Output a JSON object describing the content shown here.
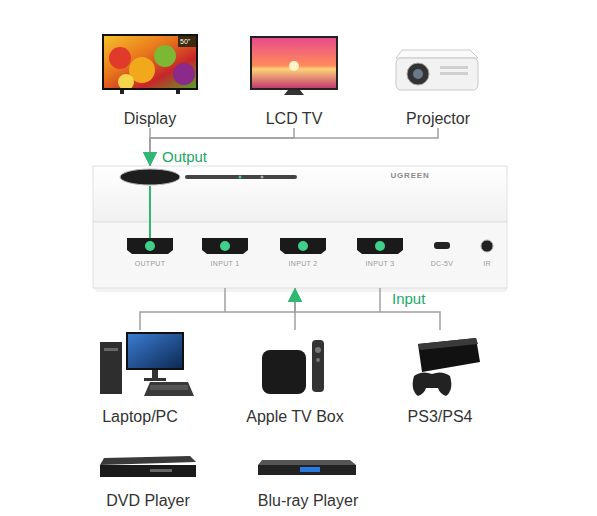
{
  "diagram": {
    "nodes": [
      {
        "text": [
          "Display"
        ]
      },
      {
        "text": [
          "LCD TV"
        ]
      },
      {
        "text": [
          "Projector"
        ]
      },
      {
        "text": [
          "UGREEN",
          "OUTPUT",
          "INPUT 1",
          "INPUT 2",
          "INPUT 3",
          "DC-5V",
          "IR"
        ]
      },
      {
        "text": [
          "Laptop/PC"
        ]
      },
      {
        "text": [
          "Apple TV Box"
        ]
      },
      {
        "text": [
          "PS3/PS4"
        ]
      },
      {
        "text": [
          "DVD Player"
        ]
      },
      {
        "text": [
          "Blu-ray Player"
        ]
      }
    ],
    "edges": [
      {
        "from": 0,
        "to": 3,
        "arrow": "to"
      },
      {
        "from": 1,
        "to": 3,
        "arrow": "to"
      },
      {
        "from": 2,
        "to": 3,
        "arrow": "to"
      },
      {
        "from": 4,
        "to": 3,
        "arrow": "to"
      },
      {
        "from": 5,
        "to": 3,
        "arrow": "to"
      },
      {
        "from": 6,
        "to": 3,
        "arrow": "to"
      }
    ],
    "labels": [
      "50\"",
      "Output",
      "Input"
    ]
  }
}
